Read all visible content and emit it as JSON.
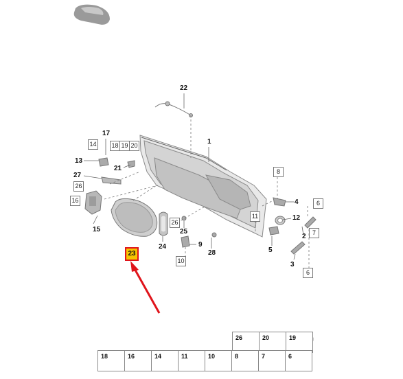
{
  "diagram": {
    "callouts": {
      "c1": "1",
      "c2": "2",
      "c3": "3",
      "c4": "4",
      "c5": "5",
      "c9": "9",
      "c12": "12",
      "c13": "13",
      "c15": "15",
      "c17": "17",
      "c21": "21",
      "c22": "22",
      "c24": "24",
      "c25": "25",
      "c27": "27",
      "c28": "28"
    },
    "highlighted_part": "23",
    "boxed_refs": {
      "b14": "14",
      "b18": "18",
      "b19": "19",
      "b20": "20",
      "b26a": "26",
      "b16": "16",
      "b8": "8",
      "b6a": "6",
      "b11": "11",
      "b26b": "26",
      "b10": "10",
      "b7": "7",
      "b6b": "6"
    },
    "legend_top": [
      "26",
      "20",
      "19"
    ],
    "legend_bottom": [
      "18",
      "16",
      "14",
      "11",
      "10",
      "8",
      "7",
      "6"
    ],
    "colors": {
      "highlight_border": "#e0141b",
      "highlight_fill": "#f5c400",
      "arrow": "#e0141b"
    }
  }
}
